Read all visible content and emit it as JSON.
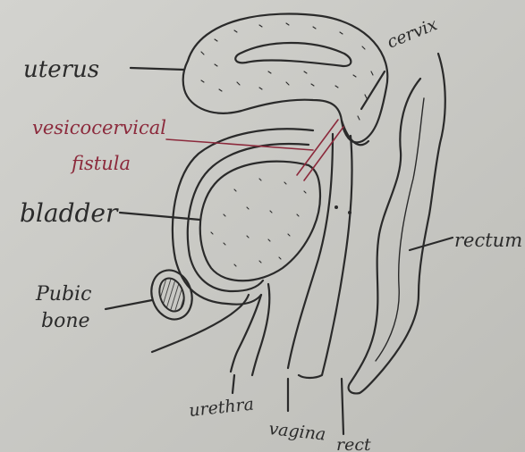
{
  "labels": {
    "uterus": "uterus",
    "cervix": "cervix",
    "fistula_line1": "vesicocervical",
    "fistula_line2": "fistula",
    "bladder": "bladder",
    "rectum": "rectum",
    "pubic_line1": "Pubic",
    "pubic_line2": "bone",
    "urethra": "urethra",
    "vagina": "vagina",
    "rectum_bottom": "rect"
  },
  "colors": {
    "paper": "#c9c9c5",
    "ink": "#2a2a2a",
    "fistula_ink": "#8c2a3c"
  }
}
